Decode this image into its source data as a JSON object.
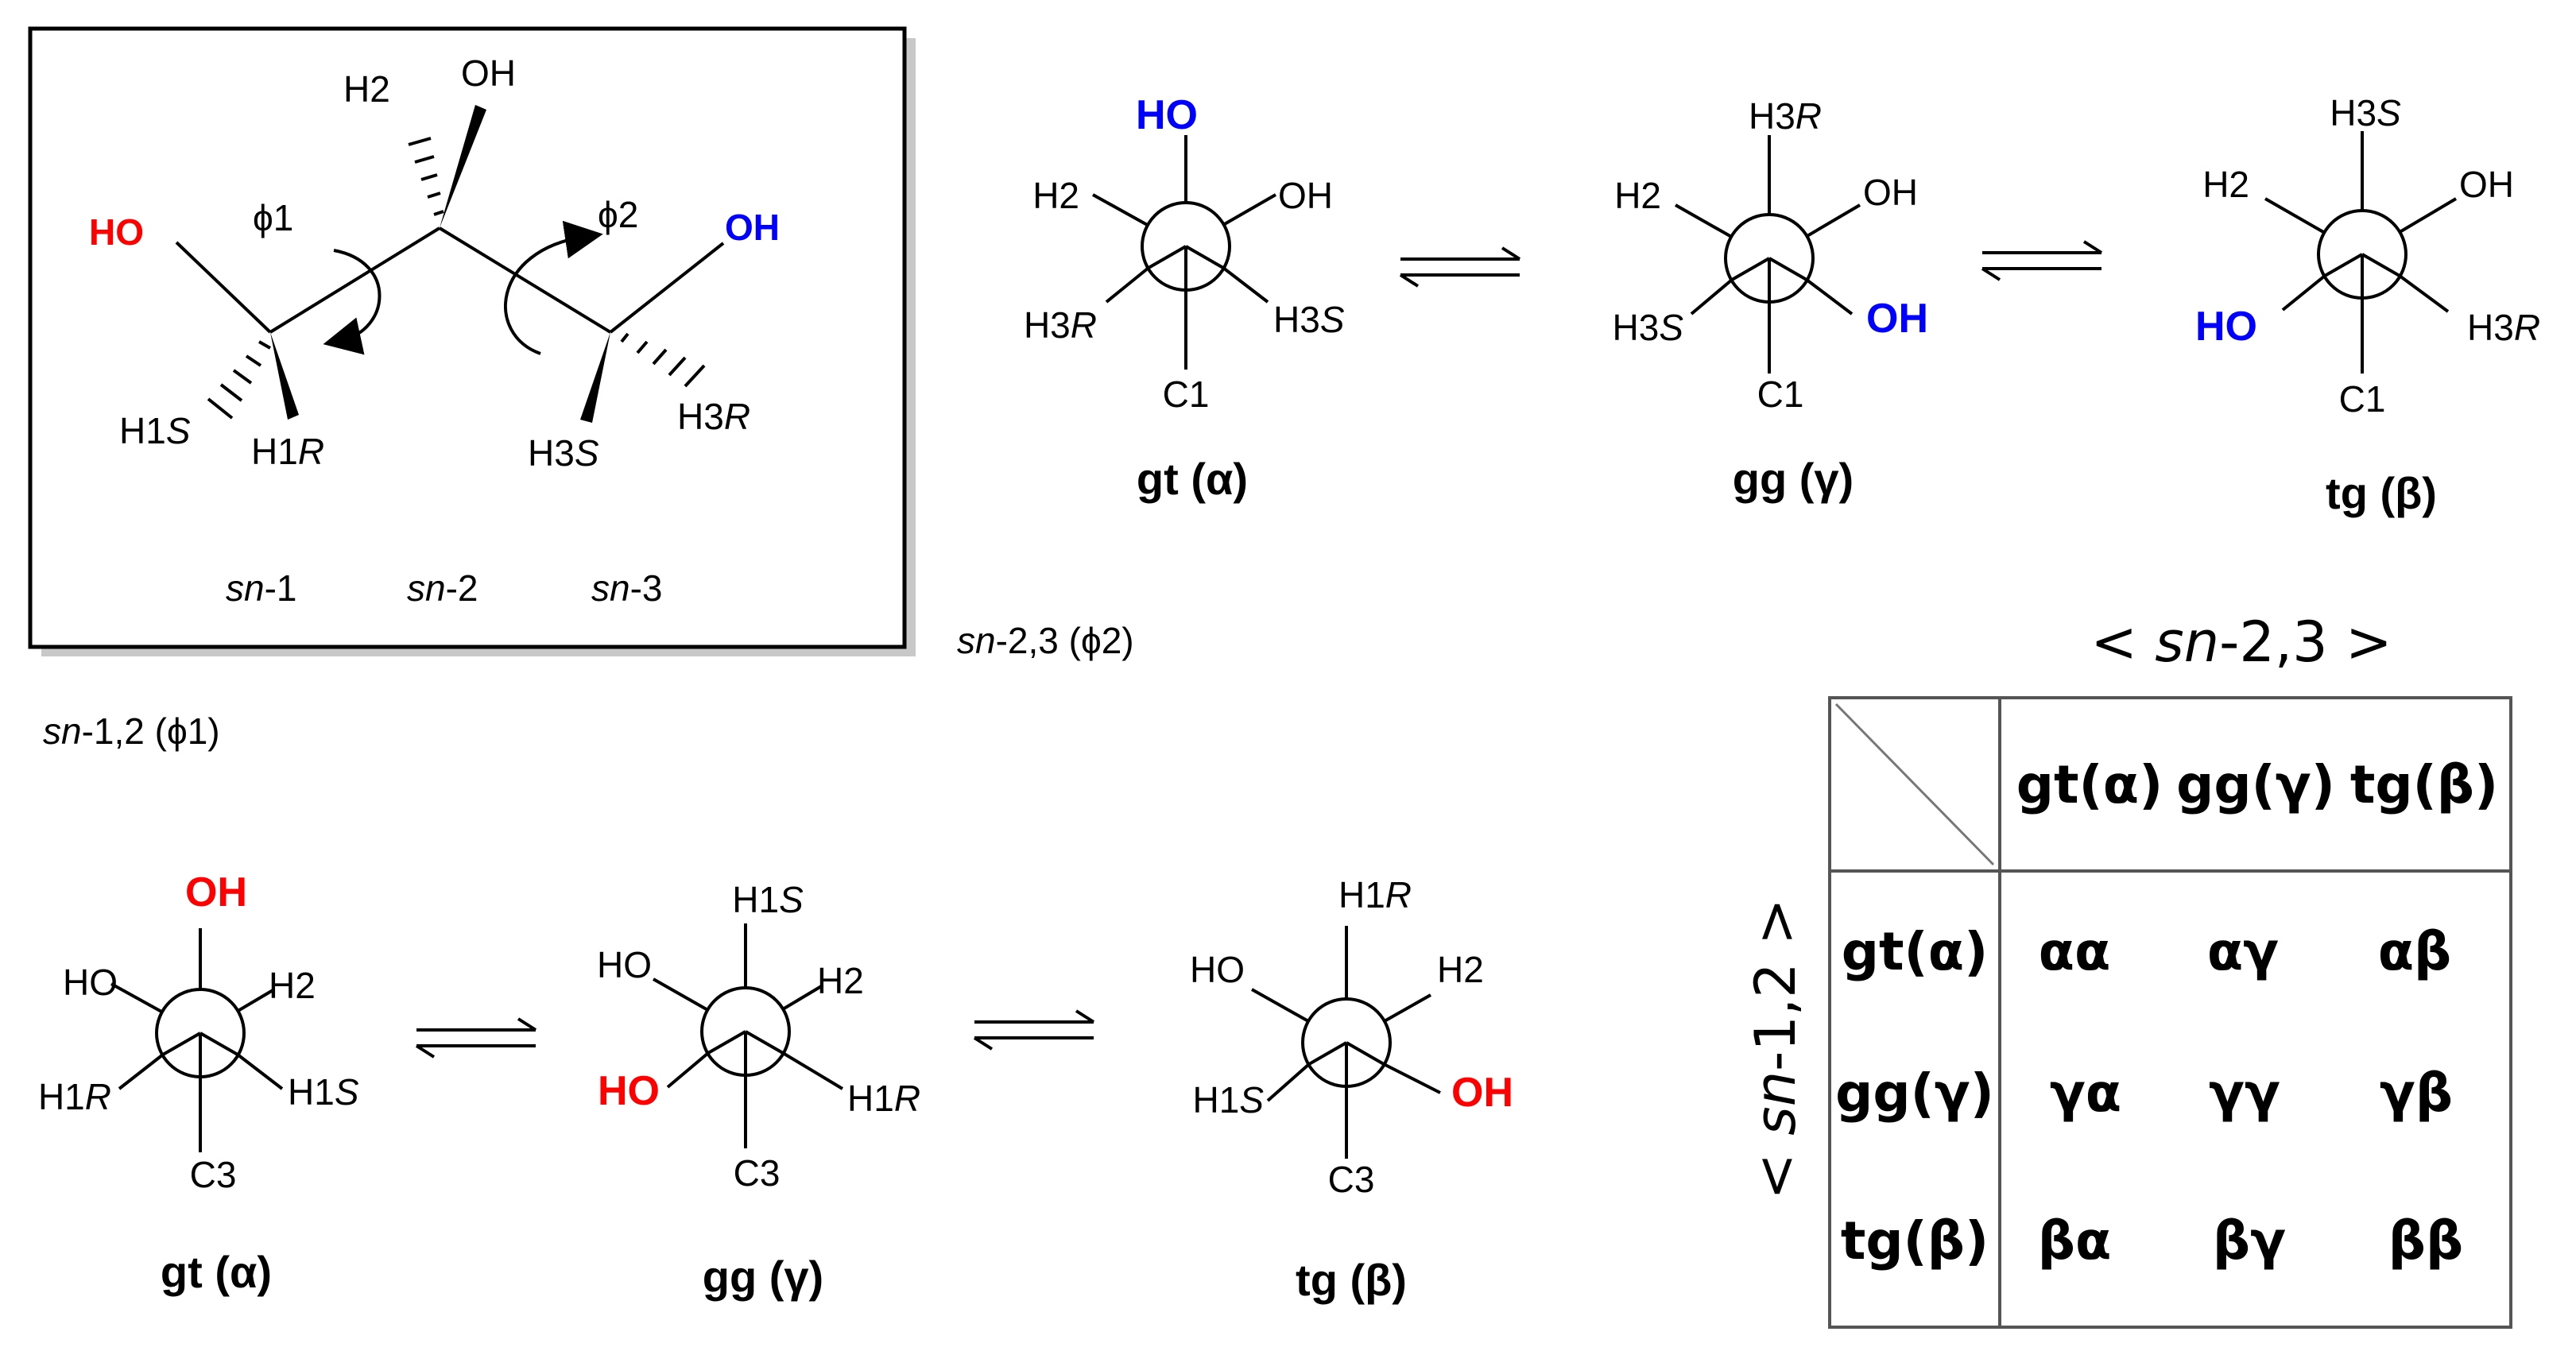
{
  "fischer": {
    "h2": "H2",
    "oh_top": "OH",
    "ho_left": "HO",
    "oh_right": "OH",
    "phi1": "ϕ1",
    "phi2": "ϕ2",
    "h1s": "H1",
    "h1s_s": "S",
    "h1r": "H1",
    "h1r_s": "R",
    "h3s": "H3",
    "h3s_s": "S",
    "h3r": "H3",
    "h3r_s": "R",
    "sn1_a": "sn",
    "sn1_b": "-1",
    "sn2_a": "sn",
    "sn2_b": "-2",
    "sn3_a": "sn",
    "sn3_b": "-3"
  },
  "labels": {
    "sn23_a": "sn",
    "sn23_b": "-2,3 (ϕ2)",
    "sn12_a": "sn",
    "sn12_b": "-1,2 (ϕ1)"
  },
  "top_row": [
    {
      "up": "HO",
      "ul": "H2",
      "ur": "OH",
      "ll": "H3",
      "ll_s": "R",
      "lr": "H3",
      "lr_s": "S",
      "down": "C1",
      "title": "gt (α)"
    },
    {
      "up": "H3",
      "up_s": "R",
      "ul": "H2",
      "ur": "OH",
      "ll": "H3",
      "ll_s": "S",
      "lr": "OH",
      "down": "C1",
      "title": "gg (γ)"
    },
    {
      "up": "H3",
      "up_s": "S",
      "ul": "H2",
      "ur": "OH",
      "ll": "HO",
      "lr": "H3",
      "lr_s": "R",
      "down": "C1",
      "title": "tg (β)"
    }
  ],
  "bottom_row": [
    {
      "up": "OH",
      "ul": "HO",
      "ur": "H2",
      "ll": "H1",
      "ll_s": "R",
      "lr": "H1",
      "lr_s": "S",
      "down": "C3",
      "title": "gt (α)"
    },
    {
      "up": "H1",
      "up_s": "S",
      "ul": "HO",
      "ur": "H2",
      "ll": "HO",
      "lr": "H1",
      "lr_s": "R",
      "down": "C3",
      "title": "gg (γ)"
    },
    {
      "up": "H1",
      "up_s": "R",
      "ul": "HO",
      "ur": "H2",
      "ll": "H1",
      "ll_s": "S",
      "lr": "OH",
      "down": "C3",
      "title": "tg (β)"
    }
  ],
  "table": {
    "col_header_a": "< ",
    "col_header_i": "sn",
    "col_header_b": "-2,3 >",
    "row_header_a": "< ",
    "row_header_i": "sn",
    "row_header_b": "-1,2 >",
    "cols": [
      "gt(α)",
      "gg(γ)",
      "tg(β)"
    ],
    "rows": [
      "gt(α)",
      "gg(γ)",
      "tg(β)"
    ],
    "cells": [
      [
        "αα",
        "αγ",
        "αβ"
      ],
      [
        "γα",
        "γγ",
        "γβ"
      ],
      [
        "βα",
        "βγ",
        "ββ"
      ]
    ]
  },
  "colors": {
    "red": "#ff0000",
    "blue": "#0000ff"
  }
}
